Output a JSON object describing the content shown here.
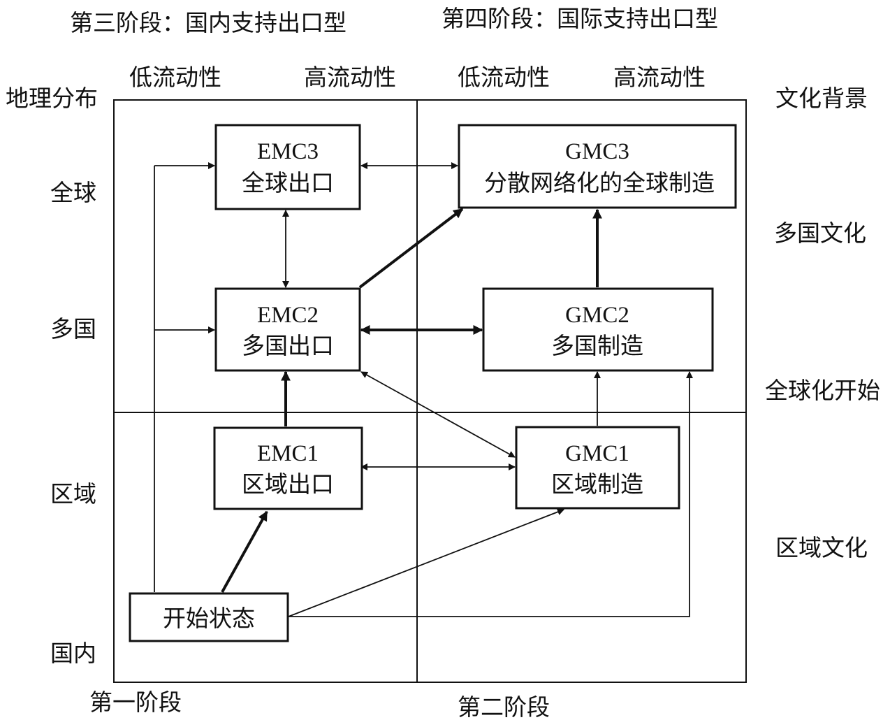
{
  "stage_labels": {
    "stage3": "第三阶段：国内支持出口型",
    "stage4": "第四阶段：国际支持出口型",
    "stage1": "第一阶段",
    "stage2": "第二阶段"
  },
  "column_headers": [
    "低流动性",
    "高流动性",
    "低流动性",
    "高流动性"
  ],
  "left_axis": {
    "title": "地理分布",
    "levels": [
      "全球",
      "多国",
      "区域",
      "国内"
    ]
  },
  "right_axis": {
    "title": "文化背景",
    "levels": [
      "多国文化",
      "全球化开始",
      "区域文化"
    ]
  },
  "boxes": {
    "emc3": {
      "code": "EMC3",
      "label": "全球出口"
    },
    "gmc3": {
      "code": "GMC3",
      "label": "分散网络化的全球制造"
    },
    "emc2": {
      "code": "EMC2",
      "label": "多国出口"
    },
    "gmc2": {
      "code": "GMC2",
      "label": "多国制造"
    },
    "emc1": {
      "code": "EMC1",
      "label": "区域出口"
    },
    "gmc1": {
      "code": "GMC1",
      "label": "区域制造"
    },
    "start": {
      "label": "开始状态"
    }
  }
}
